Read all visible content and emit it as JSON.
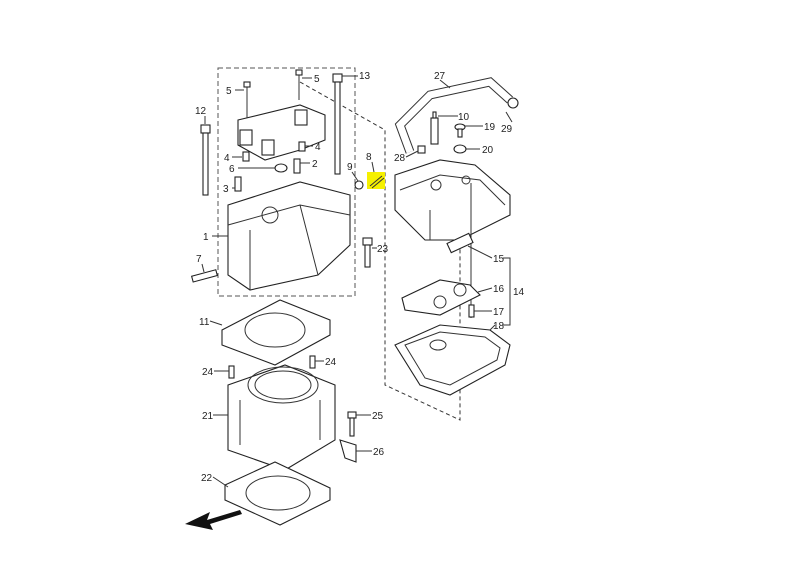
{
  "diagram": {
    "highlight_color": "#f5f000",
    "labels": {
      "p1": "1",
      "p2": "2",
      "p3": "3",
      "p4a": "4",
      "p4b": "4",
      "p5a": "5",
      "p5b": "5",
      "p6": "6",
      "p7": "7",
      "p8": "8",
      "p9": "9",
      "p10": "10",
      "p11": "11",
      "p12": "12",
      "p13": "13",
      "p14": "14",
      "p15": "15",
      "p16": "16",
      "p17": "17",
      "p18": "18",
      "p19": "19",
      "p20": "20",
      "p21": "21",
      "p22": "22",
      "p23": "23",
      "p24a": "24",
      "p24b": "24",
      "p25": "25",
      "p26": "26",
      "p27": "27",
      "p28": "28",
      "p29": "29"
    }
  }
}
